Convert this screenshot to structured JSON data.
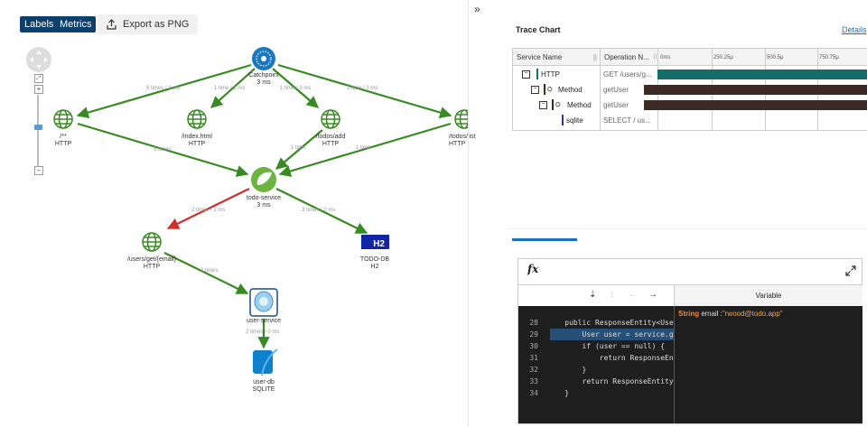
{
  "toolbar": {
    "labels_btn": "Labels",
    "metrics_btn": "Metrics",
    "export_btn": "Export as PNG"
  },
  "nodes": {
    "catchpoint": {
      "name": "Catchpoint",
      "sub": "3 ms"
    },
    "root": {
      "name": "/**",
      "sub": "HTTP"
    },
    "index": {
      "name": "/index.html",
      "sub": "HTTP"
    },
    "todos_add": {
      "name": "/todos/add",
      "sub": "HTTP"
    },
    "todos_list": {
      "name": "/todos/list",
      "sub": "HTTP"
    },
    "todo_service": {
      "name": "todo-service",
      "sub": "3 ms"
    },
    "users_get": {
      "name": "/users/get/{email}",
      "sub": "HTTP"
    },
    "todo_db": {
      "name": "TODO-DB",
      "sub": "H2",
      "badge": "H2"
    },
    "user_service": {
      "name": "user-service"
    },
    "user_db": {
      "name": "user-db",
      "sub": "SQLITE"
    }
  },
  "edges": {
    "e1": "5 times / 1 ms",
    "e2": "1 time / 1 ms",
    "e3": "1 time / 3 ms",
    "e4": "1 time / 3 ms",
    "e5": "5 times",
    "e6": "1 time",
    "e7": "1 time",
    "e8": "2 times / 2 ms",
    "e9": "3 times / 0 ms",
    "e10": "2 times",
    "e11": "2 times / 0 ms"
  },
  "trace": {
    "title": "Trace Chart",
    "details_link": "Details",
    "col_service": "Service Name",
    "col_operation": "Operation N...",
    "ticks": [
      "0ms",
      "250.25μ",
      "500.5μ",
      "750.75μ"
    ],
    "rows": [
      {
        "service": "HTTP",
        "operation": "GET /users/g..."
      },
      {
        "service": "Method",
        "operation": "getUser"
      },
      {
        "service": "Method",
        "operation": "getUser"
      },
      {
        "service": "sqlite",
        "operation": "SELECT / us..."
      }
    ]
  },
  "debugger": {
    "fx": "fx",
    "variable_header": "Variable",
    "variable_type": "String",
    "variable_text": " email :",
    "variable_value": "\"rwood@todo.app\"",
    "lines": [
      {
        "n": "28",
        "text": "    public ResponseEntity<User"
      },
      {
        "n": "29",
        "text": "        User user = service.get"
      },
      {
        "n": "30",
        "text": "        if (user == null) {"
      },
      {
        "n": "31",
        "text": "            return ResponseEnti"
      },
      {
        "n": "32",
        "text": "        }"
      },
      {
        "n": "33",
        "text": "        return ResponseEntity"
      },
      {
        "n": "34",
        "text": "    }"
      }
    ]
  },
  "colors": {
    "edge": "#3a8a24",
    "edge_error": "#d03030",
    "primary": "#0b3f6e",
    "bar_teal": "#116e6a",
    "bar_dark": "#3d2a26"
  }
}
